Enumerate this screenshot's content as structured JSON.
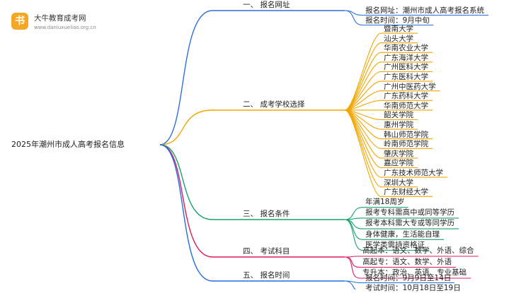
{
  "logo": {
    "title": "大牛教育成考网",
    "url": "www.daniuxueli​ao.org.cn"
  },
  "root": "2025年潮州市成人高考报名信息",
  "branches": [
    {
      "label": "一、 报名网址",
      "color": "#2f6fde",
      "children": [
        "报名网址：潮州市成人高考报名系统",
        "报名时间：9月中旬"
      ]
    },
    {
      "label": "二、 成考学校选择",
      "color": "#f2a600",
      "children": [
        "暨南大学",
        "汕头大学",
        "华南农业大学",
        "广东海洋大学",
        "广州医科大学",
        "广东医科大学",
        "广州中医药大学",
        "广东药科大学",
        "华南师范大学",
        "韶关学院",
        "惠州学院",
        "韩山师范学院",
        "岭南师范学院",
        "肇庆学院",
        "嘉应学院",
        "广东技术师范大学",
        "深圳大学",
        "广东财经大学"
      ]
    },
    {
      "label": "三、 报名条件",
      "color": "#16a36a",
      "children": [
        "年满18周岁",
        "报考专科需高中或同等学历",
        "报考本科需大专或等同学历",
        "身体健康，生活能自理",
        "医学类需持资格证"
      ]
    },
    {
      "label": "四、 考试科目",
      "color": "#e0195a",
      "children": [
        "高起本：语文、数学、外语、综合",
        "高起专：语文、数学、外语",
        "专升本：政治、英语、专业基础"
      ]
    },
    {
      "label": "五、 报名时间",
      "color": "#1f6fe0",
      "children": [
        "报名时间：9月9日至14日",
        "考试时间：10月18日至19日"
      ]
    }
  ]
}
